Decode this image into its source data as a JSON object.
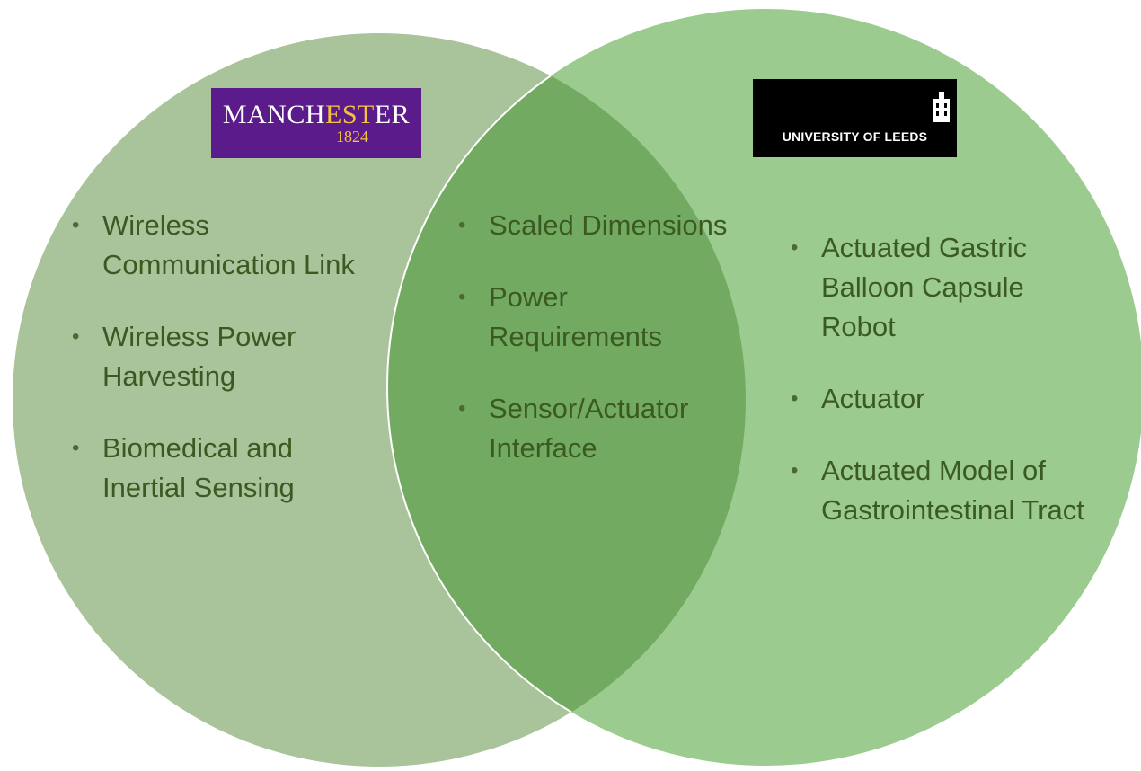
{
  "colors": {
    "left_circle": "#a9c39a",
    "right_circle": "#9ccb8f",
    "overlap": "#72aa62",
    "text": "#3b5a22",
    "manchester_purple": "#5b1b8b",
    "manchester_gold": "#f4c23e",
    "leeds_black": "#000000"
  },
  "logos": {
    "manchester": {
      "word_a": "MANCH",
      "word_b": "EST",
      "word_c": "ER",
      "year": "1824"
    },
    "leeds": {
      "name": "UNIVERSITY OF LEEDS",
      "icon": "leeds-tower-icon"
    }
  },
  "sets": {
    "left": {
      "items": [
        "Wireless Communication Link",
        "Wireless Power Harvesting",
        "Biomedical and Inertial Sensing"
      ]
    },
    "overlap": {
      "items": [
        "Scaled Dimensions",
        "Power Requirements",
        "Sensor/Actuator Interface"
      ]
    },
    "right": {
      "items": [
        "Actuated Gastric Balloon Capsule Robot",
        "Actuator",
        "Actuated Model of Gastrointestinal Tract"
      ]
    }
  }
}
